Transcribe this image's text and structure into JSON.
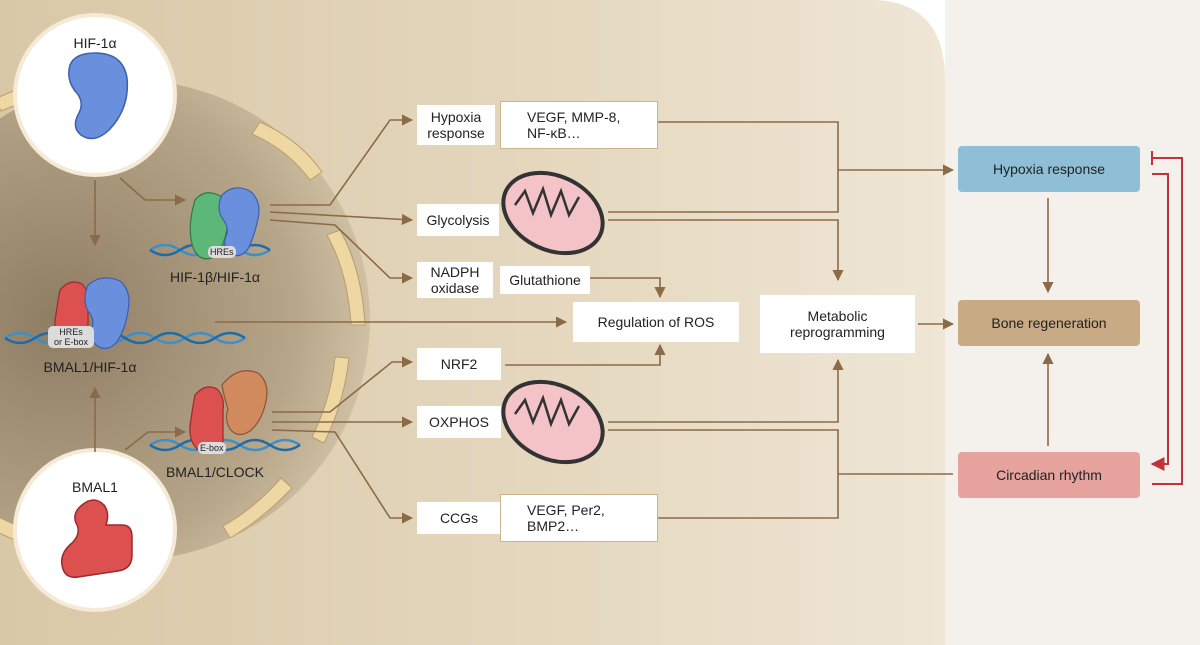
{
  "protein_circles": {
    "hif1a": "HIF-1α",
    "bmal1": "BMAL1"
  },
  "complexes": {
    "hif1b_hif1a": "HIF-1β/HIF-1α",
    "bmal1_hif1a": "BMAL1/HIF-1α",
    "bmal1_clock": "BMAL1/CLOCK"
  },
  "elements": {
    "hres": "HREs",
    "hres_ebox_1": "HREs",
    "hres_ebox_2": "or E-box",
    "ebox": "E-box"
  },
  "processes": {
    "hypoxia_response_1": "Hypoxia",
    "hypoxia_response_2": "response",
    "glycolysis": "Glycolysis",
    "nadph_1": "NADPH",
    "nadph_2": "oxidase",
    "nrf2": "NRF2",
    "oxphos": "OXPHOS",
    "ccgs": "CCGs"
  },
  "targets": {
    "hypoxia_targets_1": "VEGF, MMP-8,",
    "hypoxia_targets_2": "NF-κB…",
    "glutathione": "Glutathione",
    "ccg_targets_1": "VEGF, Per2,",
    "ccg_targets_2": "BMP2…"
  },
  "hubs": {
    "ros": "Regulation of ROS",
    "metabolic_1": "Metabolic",
    "metabolic_2": "reprogramming"
  },
  "outcomes": {
    "hypoxia": "Hypoxia response",
    "bone": "Bone regeneration",
    "circadian": "Circadian rhythm"
  },
  "colors": {
    "cell": "#e2d5ba",
    "nucleus": "#9b8b72",
    "arrow": "#8b6a48",
    "hif1a": "#6a8fdc",
    "bmal1": "#dc5050",
    "hif1b": "#5cb878",
    "clock": "#d08a5e",
    "hypoxia_box": "#8fbfd6",
    "bone_box": "#c8ab84",
    "circadian_box": "#e6a39e",
    "feedback": "#c0333a"
  }
}
